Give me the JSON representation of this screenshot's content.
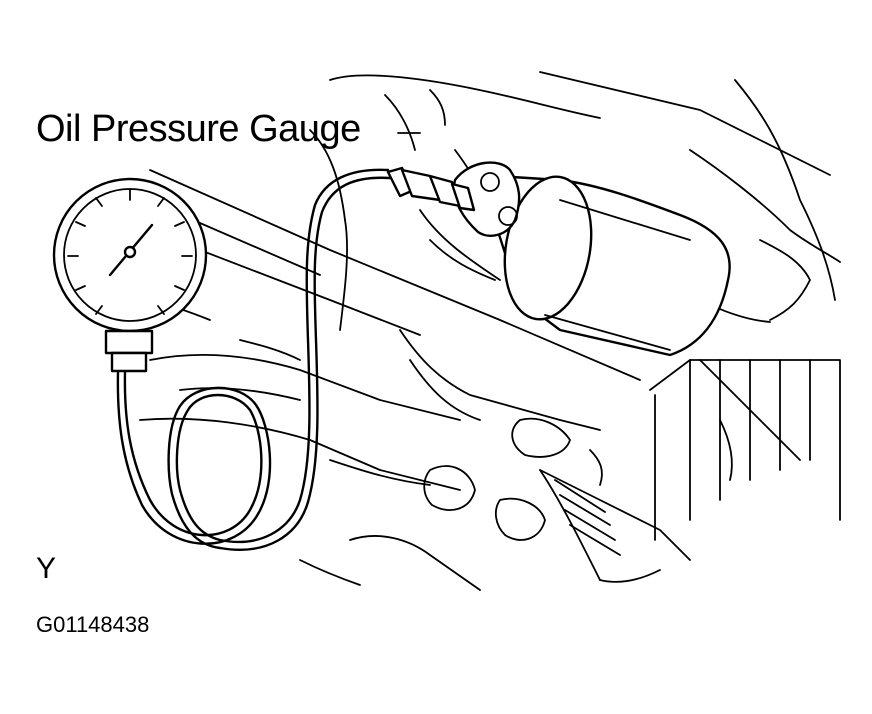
{
  "diagram": {
    "callout_label": "Oil Pressure Gauge",
    "view_letter": "Y",
    "figure_code": "G01148438"
  },
  "icons": {
    "gauge": "pressure-gauge-icon",
    "sender": "oil-pressure-sender-icon"
  }
}
